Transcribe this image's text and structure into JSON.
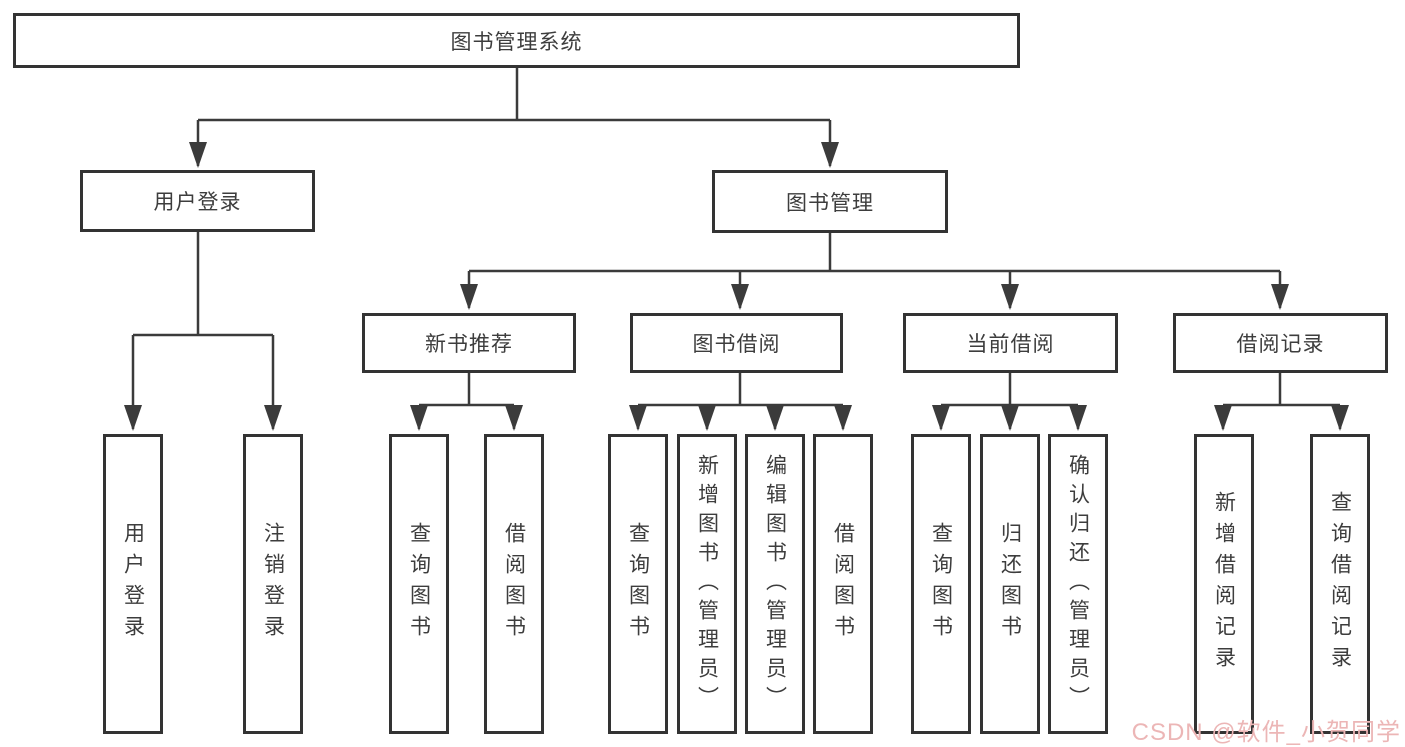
{
  "diagram_type": "hierarchy-tree",
  "colors": {
    "line": "#3b3b3b",
    "box_border": "#333333",
    "text": "#3d3d3d",
    "background": "#ffffff",
    "watermark": "#ecb6b6"
  },
  "tree": {
    "root": {
      "label": "图书管理系统"
    },
    "children": [
      {
        "label": "用户登录",
        "children": [
          {
            "label": "用户登录"
          },
          {
            "label": "注销登录"
          }
        ]
      },
      {
        "label": "图书管理",
        "children": [
          {
            "label": "新书推荐",
            "children": [
              {
                "label": "查询图书"
              },
              {
                "label": "借阅图书"
              }
            ]
          },
          {
            "label": "图书借阅",
            "children": [
              {
                "label": "查询图书"
              },
              {
                "label": "新增图书（管理员）"
              },
              {
                "label": "编辑图书（管理员）"
              },
              {
                "label": "借阅图书"
              }
            ]
          },
          {
            "label": "当前借阅",
            "children": [
              {
                "label": "查询图书"
              },
              {
                "label": "归还图书"
              },
              {
                "label": "确认归还（管理员）"
              }
            ]
          },
          {
            "label": "借阅记录",
            "children": [
              {
                "label": "新增借阅记录"
              },
              {
                "label": "查询借阅记录"
              }
            ]
          }
        ]
      }
    ]
  },
  "watermark": {
    "text": "CSDN @软件_小贺同学"
  }
}
